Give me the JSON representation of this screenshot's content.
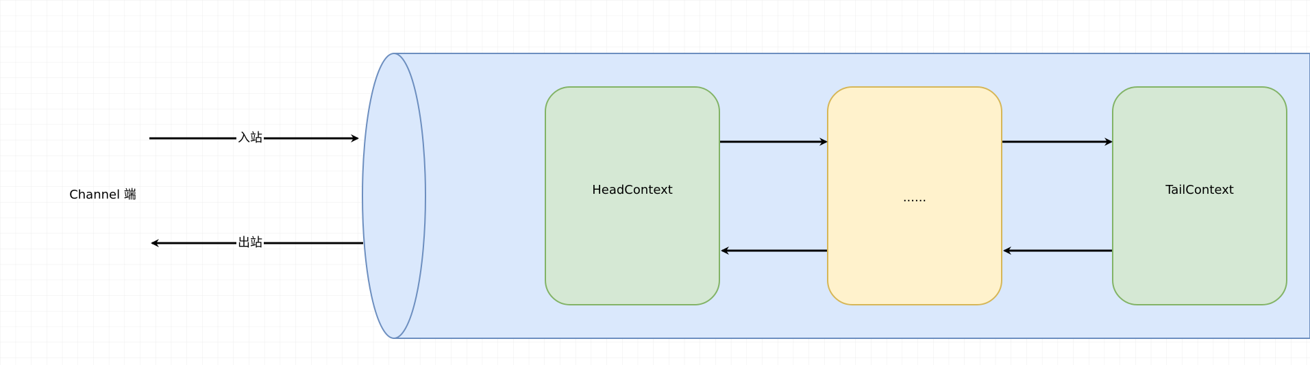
{
  "diagram": {
    "channel_label": "Channel 端",
    "inbound_label": "入站",
    "outbound_label": "出站",
    "pipeline_nodes": [
      {
        "label": "HeadContext"
      },
      {
        "label": "......"
      },
      {
        "label": "TailContext"
      }
    ]
  },
  "colors": {
    "pipeline_fill": "#dae8fc",
    "pipeline_stroke": "#6c8ebf",
    "context_fill": "#d5e8d4",
    "context_stroke": "#82b366",
    "middle_fill": "#fff2cc",
    "middle_stroke": "#d6b656",
    "arrow": "#000000",
    "grid_line": "#e5e5e5"
  }
}
